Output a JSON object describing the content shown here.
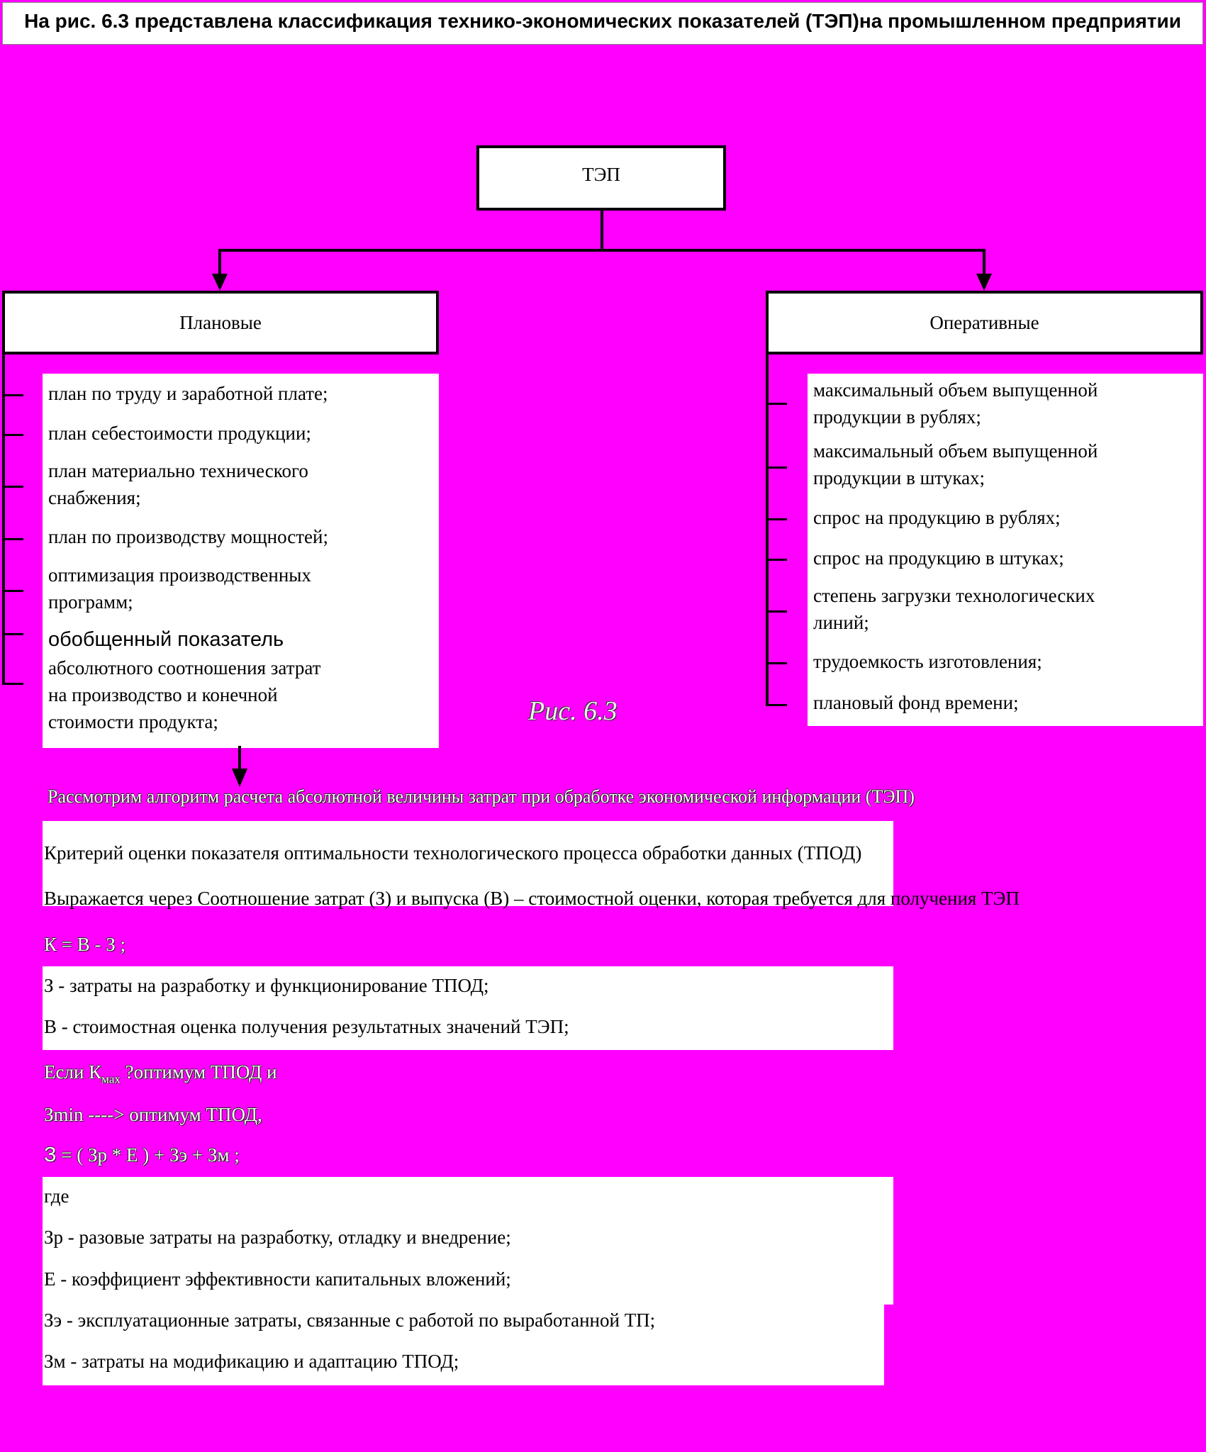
{
  "header": {
    "title": "На рис. 6.3 представлена классификация технико-экономических показателей  (ТЭП)на промышленном предприятии"
  },
  "diagram": {
    "root": "ТЭП",
    "left": {
      "label": "Плановые",
      "items": [
        "план по труду и заработной плате;",
        "план себестоимости продукции;",
        "план материально технического\nснабжения;",
        "план по производству мощностей;",
        "оптимизация производственных\nпрограмм;"
      ],
      "last_item_bold": "обобщенный показатель",
      "last_item_rest": "абсолютного соотношения затрат\nна производство и конечной\nстоимости продукта;"
    },
    "right": {
      "label": "Оперативные",
      "items": [
        "максимальный объем выпущенной\nпродукции в рублях;",
        "максимальный объем выпущенной\nпродукции в штуках;",
        "спрос на продукцию в рублях;",
        "спрос на продукцию в штуках;",
        "степень загрузки технологических\nлиний;",
        "трудоемкость изготовления;",
        "плановый фонд времени;"
      ]
    },
    "figure_caption": "Рис. 6.3"
  },
  "algorithm": {
    "intro": "Рассмотрим алгоритм расчета абсолютной величины затрат при обработке экономической информации (ТЭП)",
    "criterion": "Критерий оценки показателя оптимальности технологического процесса  обработки данных (ТПОД)",
    "expressed": "Выражается через Соотношение затрат (З) и выпуска (В) – стоимостной оценки, которая требуется для получения ТЭП",
    "formula_k": "К = В - З ;",
    "def_z": "З -  затраты на разработку и функционирование ТПОД;",
    "def_v": "В -   стоимостная оценка получения результатных значений ТЭП;",
    "if_prefix": "Если К",
    "if_sub": "мах",
    "if_suffix": " ?оптимум ТПОД и",
    "zmin": "Зmin ----> оптимум ТПОД,",
    "formula_z_lead": "З",
    "formula_z_rest": " = ( Зр * Е ) + Зэ + Зм ;",
    "where": "где",
    "def_zr": "Зр - разовые затраты на разработку, отладку и внедрение;",
    "def_e": "Е - коэффициент эффективности капитальных вложений;",
    "def_ze": "Зэ - эксплуатационные затраты, связанные с работой по выработанной ТП;",
    "def_zm": "Зм - затраты на модификацию и адаптацию ТПОД;"
  }
}
